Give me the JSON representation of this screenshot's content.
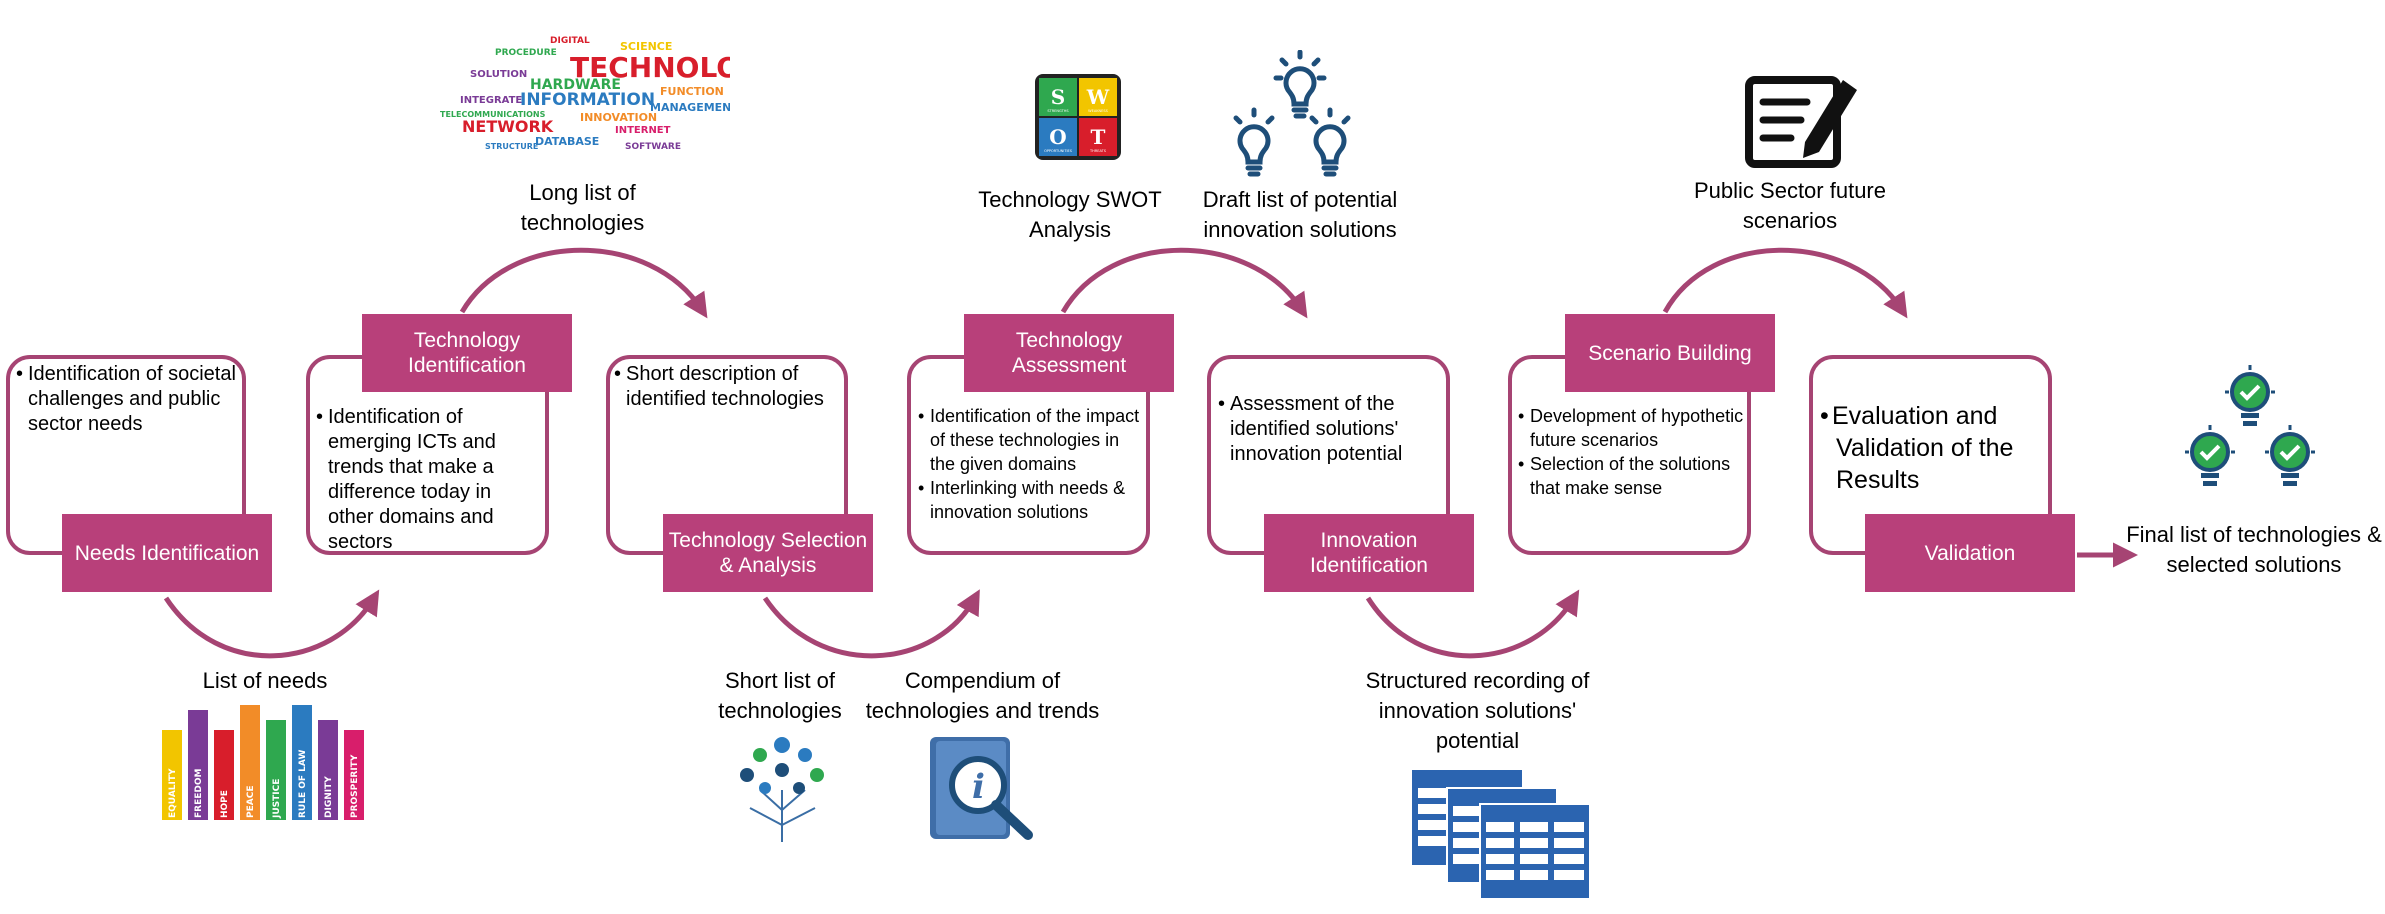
{
  "colors": {
    "accent": "#b8407a",
    "frame": "#a64473",
    "icon_blue": "#1e4e79"
  },
  "steps": [
    {
      "title": "Needs Identification",
      "bullets": [
        "Identification of societal challenges and public sector needs"
      ]
    },
    {
      "title": "Technology Identification",
      "bullets": [
        "Identification of emerging ICTs and trends that make a difference today in other domains and sectors"
      ]
    },
    {
      "title": "Technology Selection & Analysis",
      "bullets": [
        "Short description of identified technologies"
      ]
    },
    {
      "title": "Technology Assessment",
      "bullets": [
        "Identification of the impact of these technologies in the given domains",
        "Interlinking with needs & innovation solutions"
      ]
    },
    {
      "title": "Innovation Identification",
      "bullets": [
        "Assessment of the identified solutions' innovation potential"
      ]
    },
    {
      "title": "Scenario Building",
      "bullets": [
        "Development of hypothetic future scenarios",
        "Selection of the solutions that make sense"
      ]
    },
    {
      "title": "Validation",
      "bullets": [
        "Evaluation and Validation of the Results"
      ]
    }
  ],
  "outputs": {
    "list_of_needs": "List of needs",
    "long_list": "Long list of technologies",
    "short_list": "Short list of technologies",
    "compendium": "Compendium of technologies and trends",
    "swot": "Technology SWOT Analysis",
    "draft_list": "Draft list of potential innovation solutions",
    "structured_recording": "Structured recording of innovation solutions' potential",
    "future_scenarios": "Public Sector future scenarios",
    "final_list": "Final list of technologies & selected solutions"
  },
  "images": {
    "hands_words": [
      "EQUALITY",
      "FREEDOM",
      "HOPE",
      "PEACE",
      "JUSTICE",
      "RULE OF LAW",
      "DIGNITY",
      "PROSPERITY"
    ],
    "word_cloud": [
      "TECHNOLOGY",
      "INFORMATION",
      "HARDWARE",
      "NETWORK",
      "SOLUTION",
      "DATABASE",
      "INNOVATION",
      "INTEGRATE",
      "TELECOMMUNICATIONS",
      "SCIENCE",
      "INTERNET",
      "MANAGEMENT",
      "FUNCTION",
      "PROCEDURE",
      "SOFTWARE",
      "DIGITAL",
      "STRUCTURE"
    ],
    "swot_letters": [
      "S",
      "W",
      "O",
      "T"
    ],
    "swot_words": [
      "STRENGTHS",
      "WEAKNESS",
      "OPPORTUNITIES",
      "THREATS"
    ],
    "info_glyph": "i"
  },
  "icons": [
    "hands-icon",
    "word-cloud-icon",
    "tech-tree-icon",
    "book-search-icon",
    "swot-puzzle-icon",
    "bulb-icon",
    "table-stack-icon",
    "document-edit-icon",
    "check-bulb-icon"
  ]
}
